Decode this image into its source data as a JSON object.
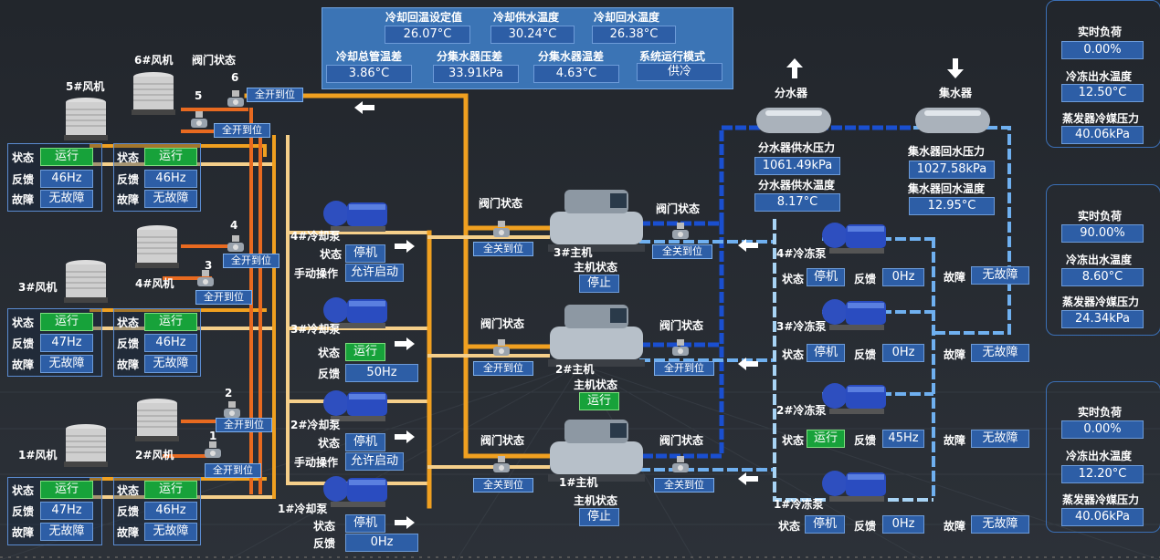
{
  "top": {
    "cooling_return_setpoint_label": "冷却回温设定值",
    "cooling_return_setpoint": "26.07°C",
    "cooling_supply_temp_label": "冷却供水温度",
    "cooling_supply_temp": "30.24°C",
    "cooling_return_temp_label": "冷却回水温度",
    "cooling_return_temp": "26.38°C",
    "cooling_main_diff_label": "冷却总管温差",
    "cooling_main_diff": "3.86°C",
    "manifold_pressure_diff_label": "分集水器压差",
    "manifold_pressure_diff": "33.91kPa",
    "manifold_temp_diff_label": "分集水器温差",
    "manifold_temp_diff": "4.63°C",
    "system_mode_label": "系统运行模式",
    "system_mode": "供冷"
  },
  "fans": [
    {
      "name": "5#风机",
      "status_label": "状态",
      "status": "运行",
      "feedback_label": "反馈",
      "feedback": "46Hz",
      "fault_label": "故障",
      "fault": "无故障"
    },
    {
      "name": "6#风机",
      "status_label": "状态",
      "status": "运行",
      "feedback_label": "反馈",
      "feedback": "46Hz",
      "fault_label": "故障",
      "fault": "无故障"
    },
    {
      "name": "3#风机",
      "status_label": "状态",
      "status": "运行",
      "feedback_label": "反馈",
      "feedback": "47Hz",
      "fault_label": "故障",
      "fault": "无故障"
    },
    {
      "name": "4#风机",
      "status_label": "状态",
      "status": "运行",
      "feedback_label": "反馈",
      "feedback": "46Hz",
      "fault_label": "故障",
      "fault": "无故障"
    },
    {
      "name": "1#风机",
      "status_label": "状态",
      "status": "运行",
      "feedback_label": "反馈",
      "feedback": "47Hz",
      "fault_label": "故障",
      "fault": "无故障"
    },
    {
      "name": "2#风机",
      "status_label": "状态",
      "status": "运行",
      "feedback_label": "反馈",
      "feedback": "46Hz",
      "fault_label": "故障",
      "fault": "无故障"
    }
  ],
  "valve_status_label": "阀门状态",
  "tower_valves": [
    {
      "num": "6",
      "state": "全开到位"
    },
    {
      "num": "5",
      "state": "全开到位"
    },
    {
      "num": "4",
      "state": "全开到位"
    },
    {
      "num": "3",
      "state": "全开到位"
    },
    {
      "num": "2",
      "state": "全开到位"
    },
    {
      "num": "1",
      "state": "全开到位"
    }
  ],
  "cooling_pumps": [
    {
      "name": "4#冷却泵",
      "status_label": "状态",
      "status": "停机",
      "manual_label": "手动操作",
      "manual": "允许启动"
    },
    {
      "name": "3#冷却泵",
      "status_label": "状态",
      "status": "运行",
      "feedback_label": "反馈",
      "feedback": "50Hz"
    },
    {
      "name": "2#冷却泵",
      "status_label": "状态",
      "status": "停机",
      "manual_label": "手动操作",
      "manual": "允许启动"
    },
    {
      "name": "1#冷却泵",
      "status_label": "状态",
      "status": "停机",
      "feedback_label": "反馈",
      "feedback": "0Hz"
    }
  ],
  "chillers": [
    {
      "name": "3#主机",
      "state_label": "主机状态",
      "state": "停止",
      "valve_left": "全关到位",
      "valve_right": "全关到位"
    },
    {
      "name": "2#主机",
      "state_label": "主机状态",
      "state": "运行",
      "valve_left": "全开到位",
      "valve_right": "全开到位"
    },
    {
      "name": "1#主机",
      "state_label": "主机状态",
      "state": "停止",
      "valve_left": "全关到位",
      "valve_right": "全关到位"
    }
  ],
  "manifold": {
    "supply_name": "分水器",
    "return_name": "集水器",
    "supply_pressure_label": "分水器供水压力",
    "supply_pressure": "1061.49kPa",
    "supply_temp_label": "分水器供水温度",
    "supply_temp": "8.17°C",
    "return_pressure_label": "集水器回水压力",
    "return_pressure": "1027.58kPa",
    "return_temp_label": "集水器回水温度",
    "return_temp": "12.95°C"
  },
  "chilled_pumps": [
    {
      "name": "4#冷冻泵",
      "status_label": "状态",
      "status": "停机",
      "feedback_label": "反馈",
      "feedback": "0Hz",
      "fault_label": "故障",
      "fault": "无故障"
    },
    {
      "name": "3#冷冻泵",
      "status_label": "状态",
      "status": "停机",
      "feedback_label": "反馈",
      "feedback": "0Hz",
      "fault_label": "故障",
      "fault": "无故障"
    },
    {
      "name": "2#冷冻泵",
      "status_label": "状态",
      "status": "运行",
      "feedback_label": "反馈",
      "feedback": "45Hz",
      "fault_label": "故障",
      "fault": "无故障"
    },
    {
      "name": "1#冷冻泵",
      "status_label": "状态",
      "status": "停机",
      "feedback_label": "反馈",
      "feedback": "0Hz",
      "fault_label": "故障",
      "fault": "无故障"
    }
  ],
  "side_panels": [
    {
      "load_label": "实时负荷",
      "load": "0.00%",
      "out_temp_label": "冷冻出水温度",
      "out_temp": "12.50°C",
      "pressure_label": "蒸发器冷媒压力",
      "pressure": "40.06kPa"
    },
    {
      "load_label": "实时负荷",
      "load": "90.00%",
      "out_temp_label": "冷冻出水温度",
      "out_temp": "8.60°C",
      "pressure_label": "蒸发器冷媒压力",
      "pressure": "24.34kPa"
    },
    {
      "load_label": "实时负荷",
      "load": "0.00%",
      "out_temp_label": "冷冻出水温度",
      "out_temp": "12.20°C",
      "pressure_label": "蒸发器冷媒压力",
      "pressure": "40.06kPa"
    }
  ],
  "colors": {
    "hot_pipe": "#f0a020",
    "warm_pipe": "#e86a20",
    "chilled_supply": "#1a4fd0",
    "chilled_return": "#6fb0f0",
    "running": "#17a23a",
    "value_box": "#2d5ea6"
  }
}
